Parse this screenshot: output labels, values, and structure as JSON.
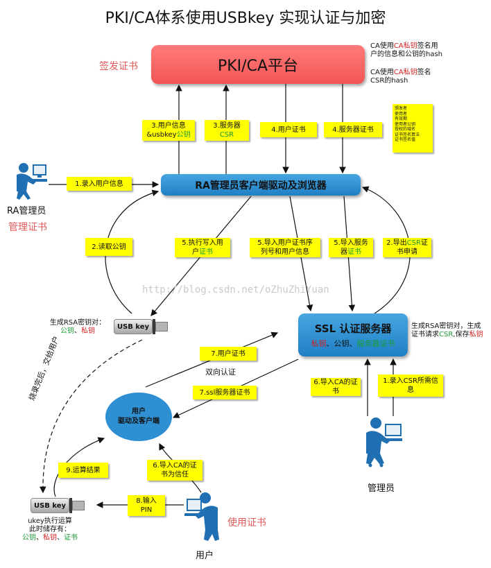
{
  "title": "PKI/CA体系使用USBkey 实现认证与加密",
  "nodes": {
    "pki": "PKI/CA平台",
    "ra": "RA管理员客户端驱动及浏览器",
    "ssl_title": "SSL 认证服务器",
    "ssl_k1": "私钥",
    "ssl_sep1": "、",
    "ssl_k2": "公钥",
    "ssl_sep2": "、",
    "ssl_k3": "服务器证书",
    "user_drv_1": "用户",
    "user_drv_2": "驱动及客户端",
    "usb_label": "USB key",
    "ukey_label": "USB key"
  },
  "captions": {
    "sign_cert": "签发证书",
    "ra_admin": "RA管理员",
    "admin_cert": "管理证书",
    "admin": "管理员",
    "user": "用户",
    "use_cert": "使用证书",
    "mutual_auth": "双向认证"
  },
  "notes": {
    "ca1_a": "CA使用",
    "ca1_b": "CA私钥",
    "ca1_c": "签名用",
    "ca1_d": "户的信息和公钥的hash",
    "ca2_a": "CA使用",
    "ca2_b": "CA私钥",
    "ca2_c": "签名",
    "ca2_d": "CSR的hash",
    "usb_gen": "生成RSA密钥对：",
    "usb_pub": "公钥",
    "usb_sep": "、",
    "usb_priv": "私钥",
    "ssl_gen1": "生成RSA密钥对，生成",
    "ssl_gen2a": "证书请求",
    "ssl_gen2b": "CSR",
    "ssl_gen2c": ",保存",
    "ssl_gen2d": "私钥",
    "ukey_l1": "ukey执行运算",
    "ukey_l2": "此时储存有：",
    "ukey_pub": "公钥",
    "ukey_sep1": "、",
    "ukey_priv": "私钥",
    "ukey_sep2": "、",
    "ukey_cert": "证书",
    "burn": "烧录完后，交给用户"
  },
  "cert_fields": [
    "颁发者",
    "使用者",
    "有效期",
    "使用者公钥",
    "授权的域名",
    "证书签名算法",
    "证书签名值"
  ],
  "steps": {
    "s1_input": "1.录入用户信息",
    "s2_read": "2.读取公钥",
    "s3_user_a": "3.用户信息",
    "s3_user_b": "&usbkey",
    "s3_user_c": "公钥",
    "s3_srv_a": "3.服务器",
    "s3_srv_b": "CSR",
    "s4_user": "4.用户证书",
    "s4_srv": "4.服务器证书",
    "s5_write_a": "5.执行写入用",
    "s5_write_b": "户",
    "s5_write_c": "证书",
    "s5_import_a": "5.导入用户证书序",
    "s5_import_b": "列号和用户信息",
    "s5_srv_a": "5.导入服务",
    "s5_srv_b": "器",
    "s5_srv_c": "证书",
    "s2_csr_a": "2.导出",
    "s2_csr_b": "CSR",
    "s2_csr_c": "证",
    "s2_csr_d": "书申请",
    "s7_user": "7.用户证书",
    "s7_ssl": "7.ssl服务器证书",
    "s6_ca": "6.导入CA的证书",
    "s1_csr_a": "1.录入CSR所需信",
    "s1_csr_b": "息",
    "s9_result": "9.运算结果",
    "s6_trust_a": "6.导入CA的证",
    "s6_trust_b": "书为信任",
    "s8_pin_a": "8.输入",
    "s8_pin_b": "PIN"
  },
  "watermark": "http://blog.csdn.net/oZhuZhiYuan",
  "colors": {
    "pki": "#f25454",
    "blue": "#1f7fc4",
    "label": "#ffff00",
    "key_red": "#d11f1f",
    "key_green": "#1b9a35",
    "pink": "#e05a5a"
  }
}
